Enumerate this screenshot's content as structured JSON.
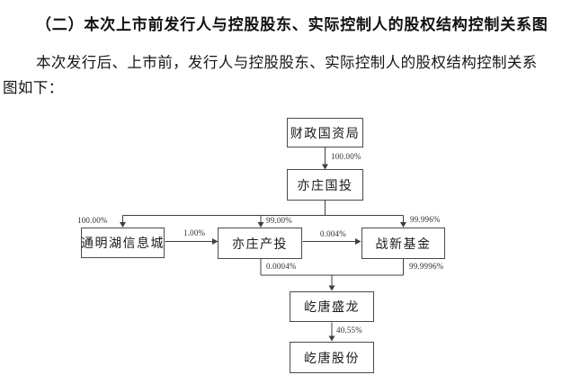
{
  "document": {
    "heading": "（二）本次上市前发行人与控股股东、实际控制人的股权结构控制关系图",
    "paragraph": {
      "line1": "本次发行后、上市前，发行人与控股股东、实际控制人的股权结构控制关系",
      "line2": "图如下："
    }
  },
  "diagram": {
    "type": "org-flowchart",
    "nodes": [
      {
        "id": "finance-bureau",
        "label": "财政国资局"
      },
      {
        "id": "yizhuang-guotou",
        "label": "亦庄国投"
      },
      {
        "id": "tongminghu-city",
        "label": "通明湖信息城"
      },
      {
        "id": "yizhuang-chantou",
        "label": "亦庄产投"
      },
      {
        "id": "zhanxin-fund",
        "label": "战新基金"
      },
      {
        "id": "yitang-shenglong",
        "label": "屹唐盛龙"
      },
      {
        "id": "yitang-shares",
        "label": "屹唐股份"
      }
    ],
    "edges": [
      {
        "from": "财政国资局",
        "to": "亦庄国投",
        "label": "100.00%"
      },
      {
        "from": "亦庄国投",
        "to": "通明湖信息城",
        "label": "100.00%"
      },
      {
        "from": "亦庄国投",
        "to": "亦庄产投",
        "label": "99.00%"
      },
      {
        "from": "亦庄国投",
        "to": "战新基金",
        "label": "99.996%"
      },
      {
        "from": "通明湖信息城",
        "to": "亦庄产投",
        "label": "1.00%"
      },
      {
        "from": "亦庄产投",
        "to": "战新基金",
        "label": "0.004%"
      },
      {
        "from": "亦庄产投",
        "to": "屹唐盛龙",
        "label": "0.0004%"
      },
      {
        "from": "战新基金",
        "to": "屹唐盛龙",
        "label": "99.9996%"
      },
      {
        "from": "屹唐盛龙",
        "to": "屹唐股份",
        "label": "40.55%"
      }
    ],
    "colors": {
      "line": "#3f3f3f",
      "box_border": "#4a4a4a",
      "box_fill": "#ffffff",
      "text": "#1a1a1a",
      "background": "#ffffff"
    }
  }
}
